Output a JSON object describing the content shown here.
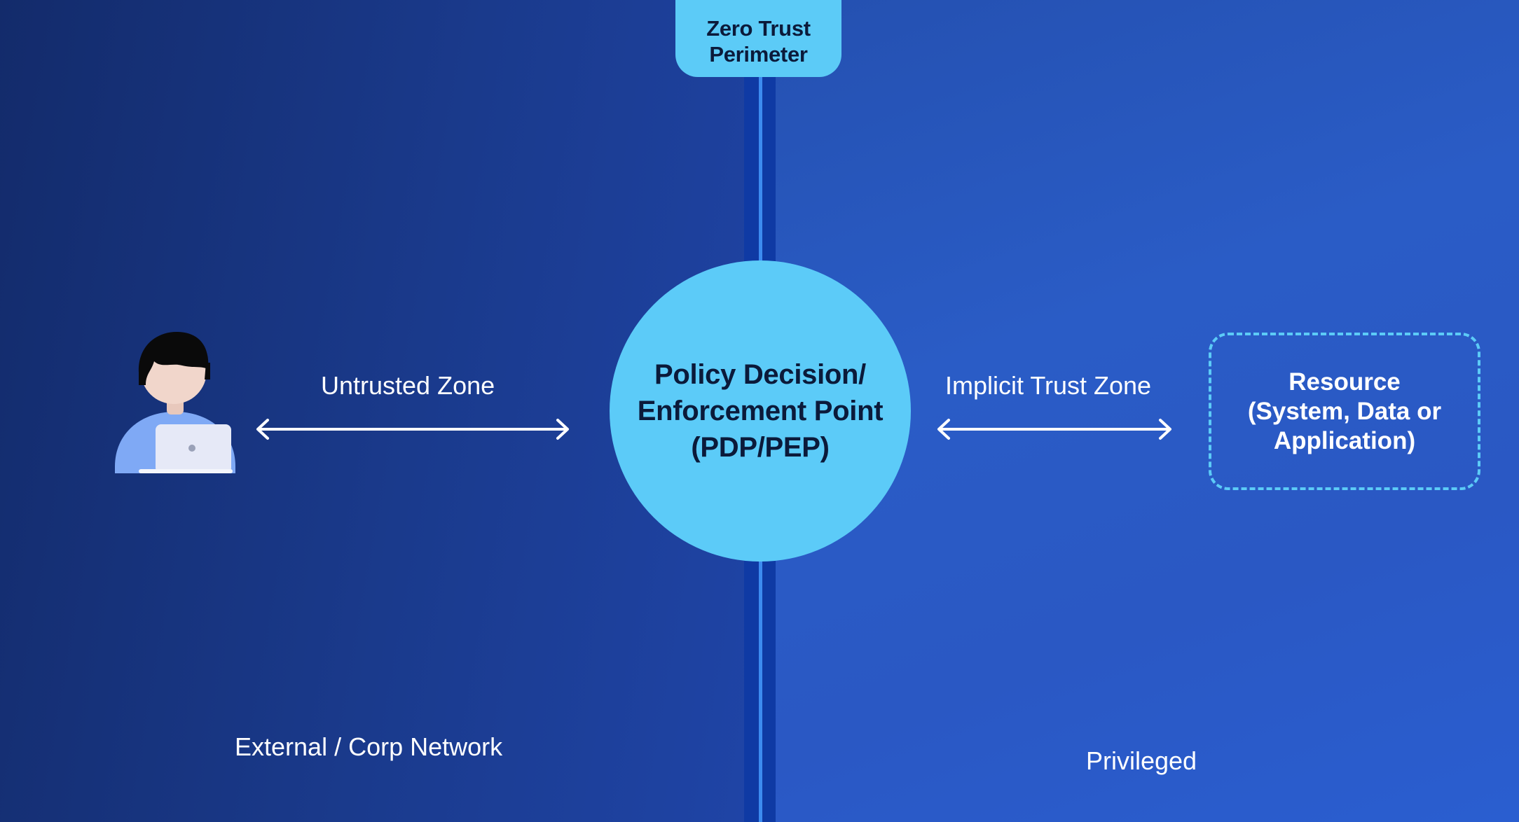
{
  "perimeter": {
    "label": "Zero Trust\nPerimeter"
  },
  "pdp": {
    "label": "Policy Decision/\nEnforcement Point\n(PDP/PEP)"
  },
  "zones": {
    "untrusted": "Untrusted Zone",
    "implicit_trust": "Implicit Trust Zone",
    "external": "External / Corp Network",
    "privileged": "Privileged"
  },
  "resource": {
    "label": "Resource\n(System, Data or\nApplication)"
  },
  "icons": {
    "user": "user-with-laptop-icon",
    "arrow_left": "double-headed-arrow-icon",
    "arrow_right": "double-headed-arrow-icon"
  },
  "colors": {
    "accent": "#5ccbf7",
    "perimeter_band": "#0f3aa4",
    "perimeter_line": "#3d8bf0",
    "left_zone": "#1a3a8c",
    "right_zone": "#2a5cc6",
    "text_dark": "#0b1a3a",
    "text_light": "#ffffff"
  }
}
